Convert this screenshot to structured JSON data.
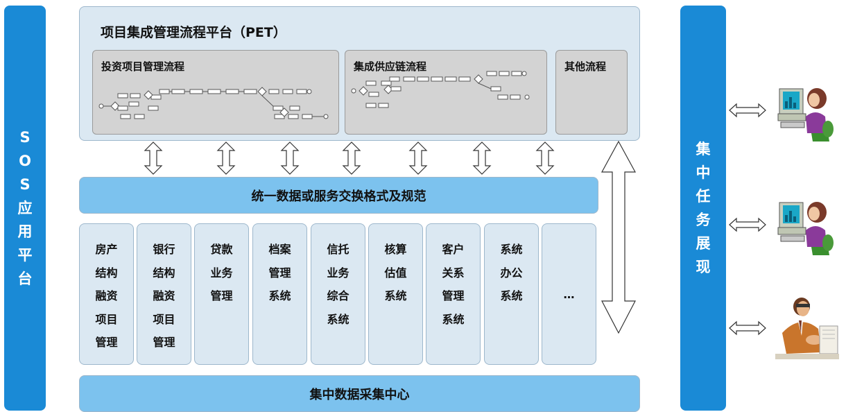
{
  "left_bar": {
    "text": "SOS应用平台"
  },
  "right_bar": {
    "text": "集中任务展现"
  },
  "pet": {
    "title": "项目集成管理流程平台（PET）",
    "flows": [
      {
        "title": "投资项目管理流程"
      },
      {
        "title": "集成供应链流程"
      },
      {
        "title": "其他流程"
      }
    ]
  },
  "standard_bar": {
    "text": "统一数据或服务交换格式及规范"
  },
  "systems": [
    {
      "lines": [
        "房产",
        "结构",
        "融资",
        "项目",
        "管理"
      ]
    },
    {
      "lines": [
        "银行",
        "结构",
        "融资",
        "项目",
        "管理"
      ]
    },
    {
      "lines": [
        "贷款",
        "业务",
        "管理"
      ]
    },
    {
      "lines": [
        "档案",
        "管理",
        "系统"
      ]
    },
    {
      "lines": [
        "信托",
        "业务",
        "综合",
        "系统"
      ]
    },
    {
      "lines": [
        "核算",
        "估值",
        "系统"
      ]
    },
    {
      "lines": [
        "客户",
        "关系",
        "管理",
        "系统"
      ]
    },
    {
      "lines": [
        "系统",
        "办公",
        "系统"
      ]
    },
    {
      "lines": [
        "…"
      ]
    }
  ],
  "data_center_bar": {
    "text": "集中数据采集中心"
  },
  "colors": {
    "accent_blue": "#1a8ad6",
    "light_blue_bar": "#7cc2ee",
    "panel_bg": "#dbe8f2",
    "flow_box_bg": "#d3d3d3"
  },
  "icons": [
    "person-at-computer-icon",
    "person-at-computer-icon",
    "person-at-desk-icon"
  ]
}
